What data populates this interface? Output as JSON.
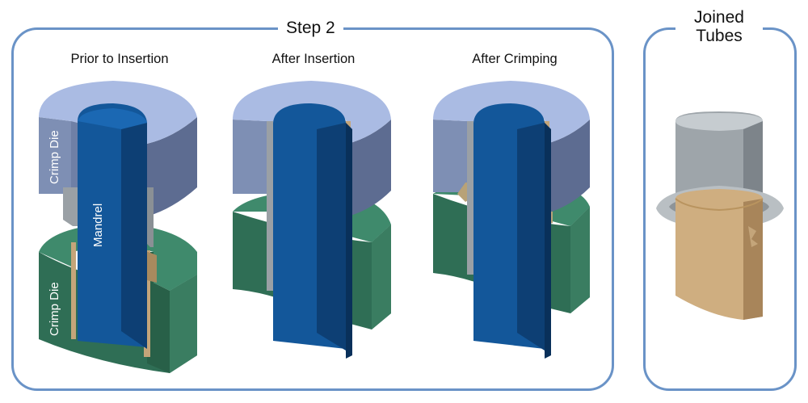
{
  "step_panel": {
    "title": "Step 2"
  },
  "joined_panel": {
    "title": "Joined Tubes"
  },
  "stages": [
    {
      "label": "Prior to Insertion"
    },
    {
      "label": "After Insertion"
    },
    {
      "label": "After Crimping"
    }
  ],
  "parts": {
    "crimp_die_upper": "Crimp Die",
    "crimp_die_lower": "Crimp Die",
    "mandrel": "Mandrel"
  },
  "colors": {
    "frame": "#6a93c7",
    "die_upper_top": "#aabbe3",
    "die_upper_side": "#7e8fb4",
    "die_upper_side_dark": "#5d6c91",
    "die_lower_top": "#3f8a6c",
    "die_lower_side": "#2f6e55",
    "mandrel": "#13579a",
    "mandrel_dark": "#0d3f74",
    "tube_outer": "#9aa0a5",
    "tube_inner": "#c4a57a"
  }
}
